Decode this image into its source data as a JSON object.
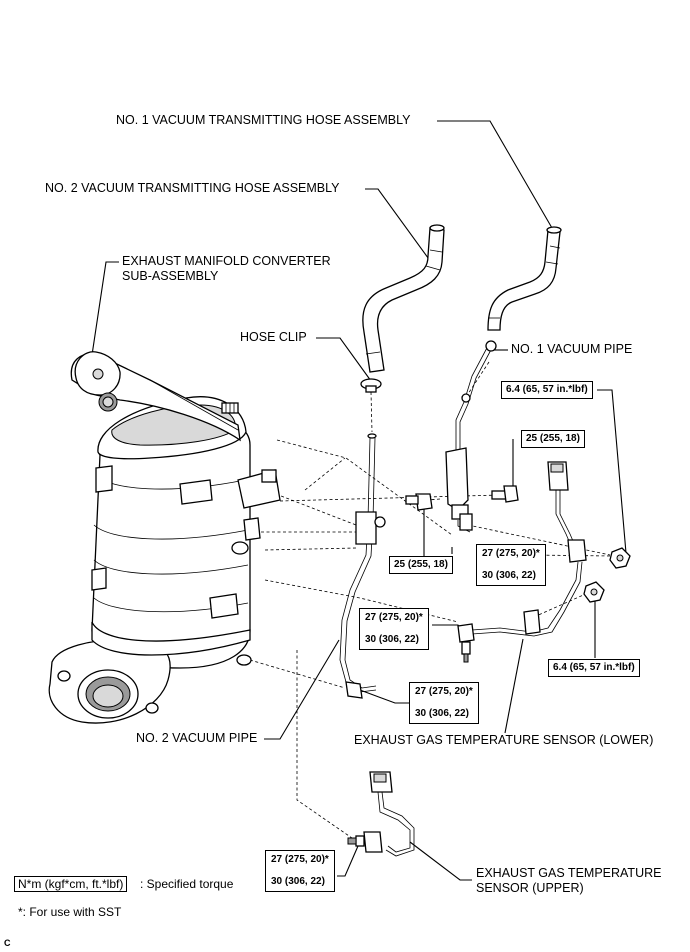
{
  "callouts": {
    "no1_hose": "NO. 1 VACUUM TRANSMITTING HOSE ASSEMBLY",
    "no2_hose": "NO. 2 VACUUM TRANSMITTING HOSE ASSEMBLY",
    "converter_line1": "EXHAUST MANIFOLD CONVERTER",
    "converter_line2": "SUB-ASSEMBLY",
    "hose_clip": "HOSE CLIP",
    "no1_pipe": "NO. 1 VACUUM PIPE",
    "no2_pipe": "NO. 2 VACUUM PIPE",
    "sensor_lower": "EXHAUST GAS TEMPERATURE SENSOR (LOWER)",
    "sensor_upper_line1": "EXHAUST GAS TEMPERATURE",
    "sensor_upper_line2": "SENSOR (UPPER)"
  },
  "torques": {
    "nut_upper": "6.4 (65, 57 in.*lbf)",
    "bolt_right": "25 (255, 18)",
    "bolt_left": "25 (255, 18)",
    "pipe_upper_a": "27 (275, 20)*",
    "pipe_upper_b": "30 (306, 22)",
    "sensor_lower_a": "27 (275, 20)*",
    "sensor_lower_b": "30 (306, 22)",
    "nut_lower": "6.4 (65, 57 in.*lbf)",
    "pipe_lower_a": "27 (275, 20)*",
    "pipe_lower_b": "30 (306, 22)",
    "sensor_upper_a": "27 (275, 20)*",
    "sensor_upper_b": "30 (306, 22)"
  },
  "legend": {
    "unit": "N*m (kgf*cm, ft.*lbf)",
    "unit_desc": ": Specified torque",
    "note": "*: For use with SST",
    "figure_code": "C"
  }
}
